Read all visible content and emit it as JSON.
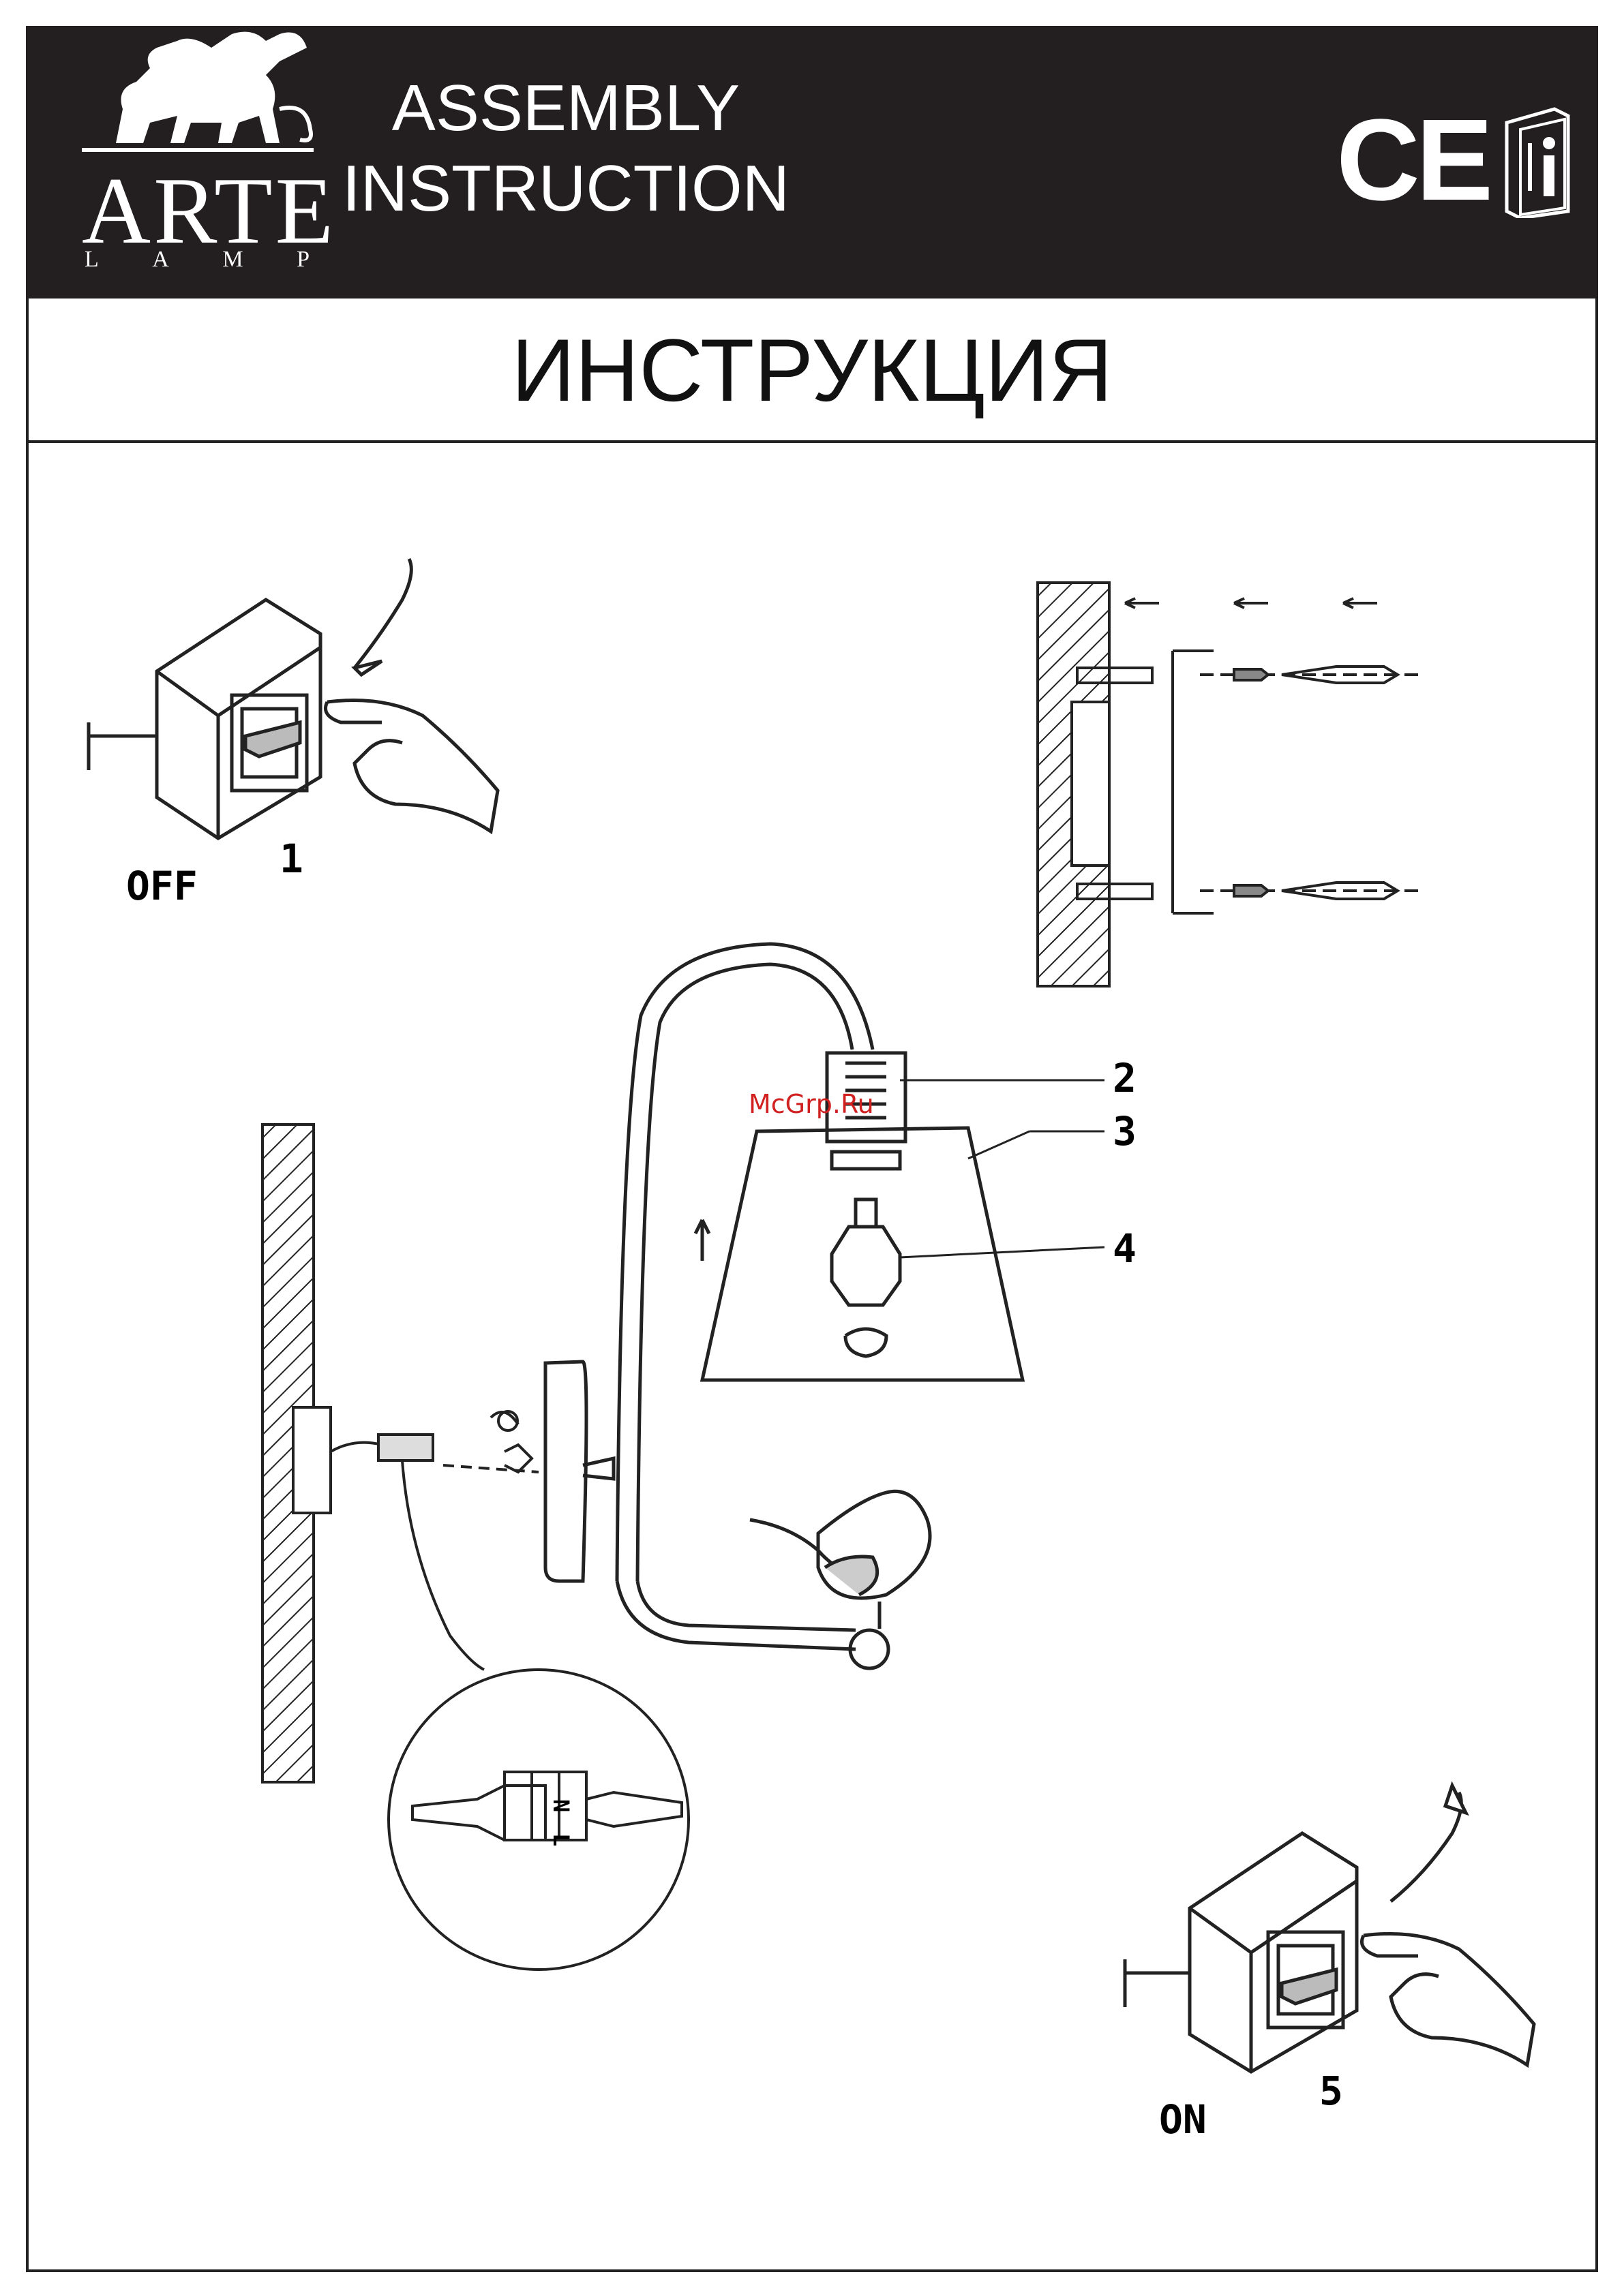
{
  "header": {
    "brand": "ARTE",
    "brand_sub": [
      "L",
      "A",
      "M",
      "P"
    ],
    "title_line1": "ASSEMBLY",
    "title_line2": "INSTRUCTION",
    "ce_mark": "CE",
    "background": "#231f20"
  },
  "title_ru": "ИНСТРУКЦИЯ",
  "steps": {
    "step1_number": "1",
    "step1_label": "OFF",
    "step5_number": "5",
    "step5_label": "ON"
  },
  "parts": [
    "2",
    "3",
    "4"
  ],
  "watermark": "McGrp.Ru",
  "connector_letters": [
    "N",
    "L"
  ],
  "icons": [
    "lion-logo-icon",
    "ce-mark-icon",
    "manual-info-icon",
    "light-switch-icon",
    "hand-icon",
    "screw-icon",
    "wall-plug-icon",
    "lamp-shade-icon",
    "light-bulb-icon",
    "bird-ornament-icon",
    "terminal-block-icon"
  ]
}
